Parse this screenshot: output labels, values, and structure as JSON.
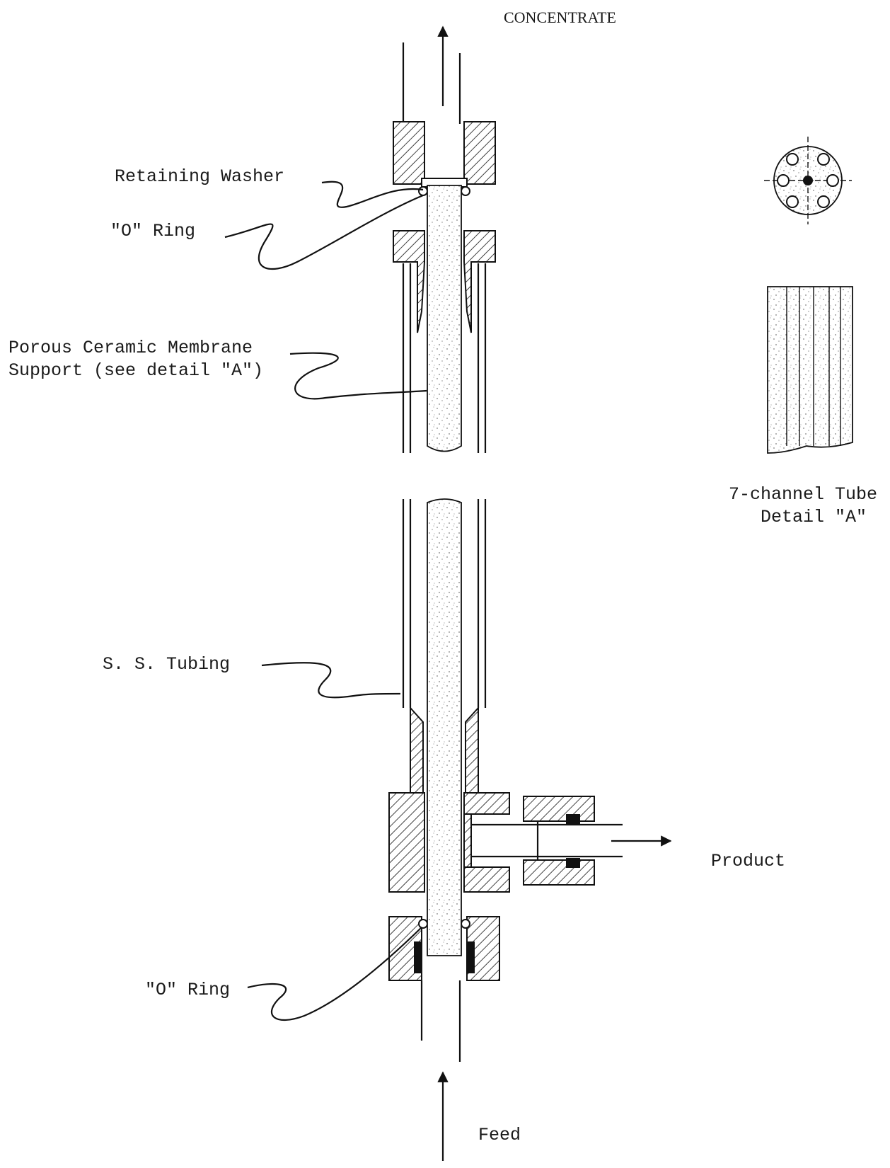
{
  "labels": {
    "concentrate": "CONCENTRATE",
    "retaining_washer": "Retaining Washer",
    "o_ring_top": "\"O\" Ring",
    "porous_membrane_line1": "Porous Ceramic Membrane",
    "porous_membrane_line2": "Support (see detail \"A\")",
    "tube_detail_line1": "7-channel Tube",
    "tube_detail_line2": "Detail \"A\"",
    "ss_tubing": "S. S. Tubing",
    "product": "Product",
    "o_ring_bottom": "\"O\" Ring",
    "feed": "Feed"
  },
  "colors": {
    "ink": "#111111",
    "paper": "#ffffff"
  }
}
